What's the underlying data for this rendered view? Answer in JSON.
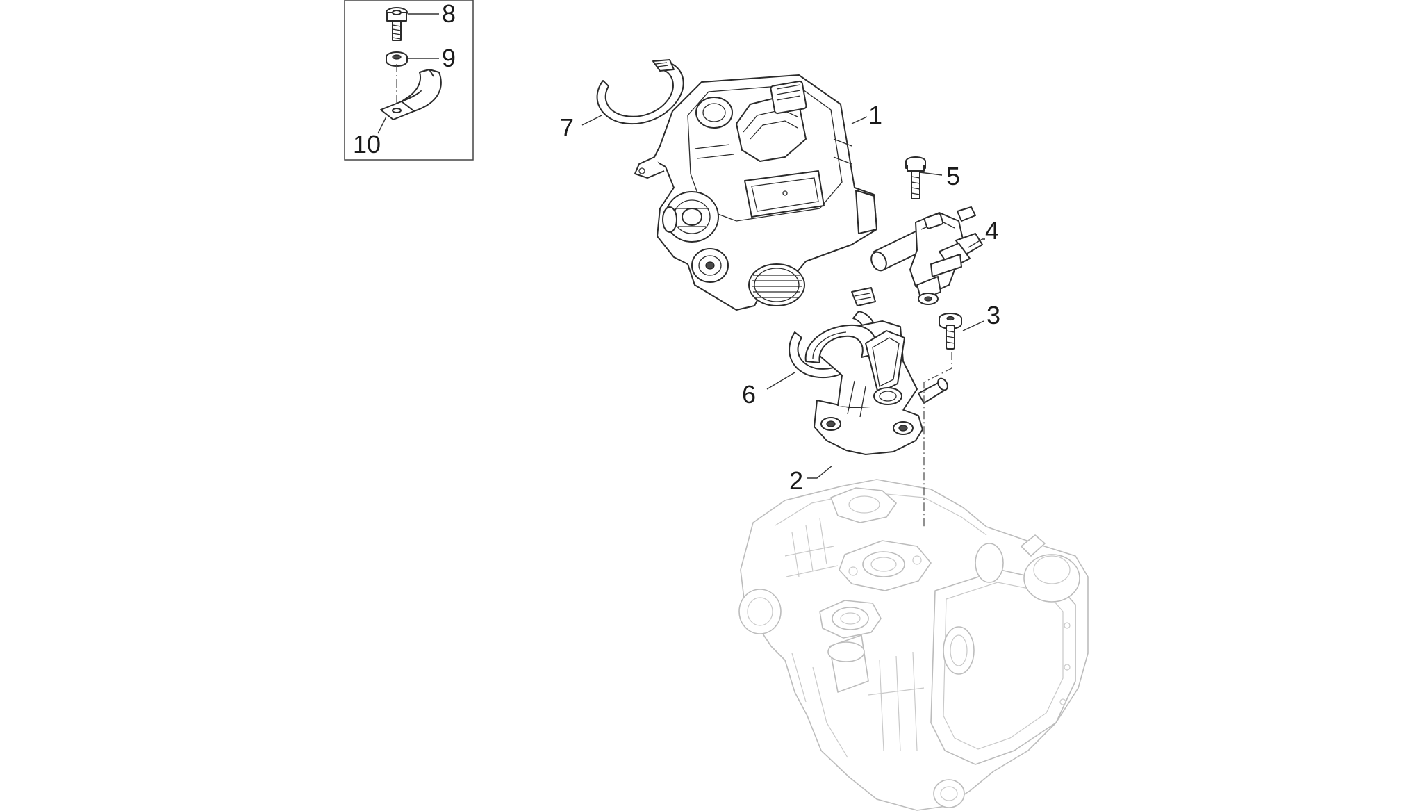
{
  "callouts": {
    "c1": "1",
    "c2": "2",
    "c3": "3",
    "c4": "4",
    "c5": "5",
    "c6": "6",
    "c7": "7",
    "c8": "8",
    "c9": "9",
    "c10": "10"
  },
  "colors": {
    "line": "#2b2b2b",
    "ghost": "#bcbcbc",
    "background": "#ffffff"
  }
}
